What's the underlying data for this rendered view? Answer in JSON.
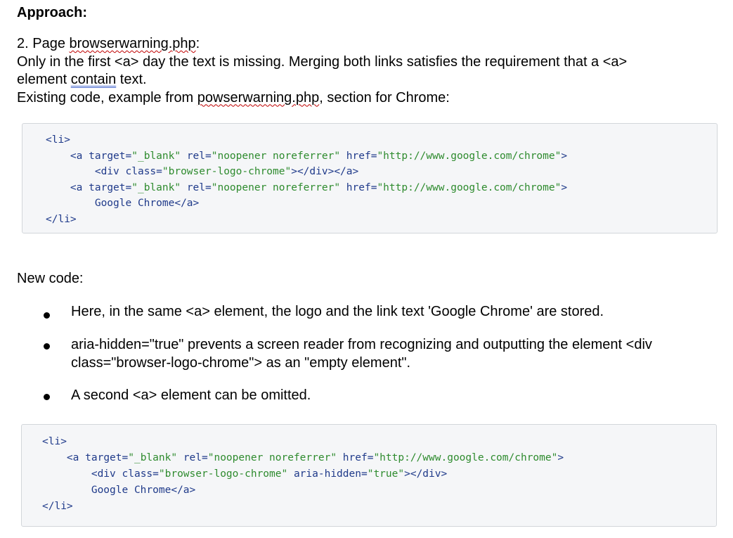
{
  "heading": "Approach:",
  "intro": {
    "line1_prefix": "2. Page ",
    "line1_file": "browserwarning.php",
    "line1_suffix": ":",
    "line2": "Only in the first <a> day the text is missing. Merging both links satisfies the requirement that a <a>",
    "line3_prefix": "element ",
    "line3_word": "contain",
    "line3_suffix": " text.",
    "line4_prefix": "Existing code, example from ",
    "line4_file": "powserwarning.php",
    "line4_suffix": ", section for Chrome:"
  },
  "existing_code": {
    "li_open": "<li>",
    "a_open_1": "<a ",
    "attr_target": "target=",
    "val_target": "\"_blank\"",
    "attr_rel": "rel=",
    "val_rel": "\"noopener noreferrer\"",
    "attr_href": "href=",
    "val_href": "\"http://www.google.com/chrome\"",
    "gt": ">",
    "div_open": "<div ",
    "attr_class": "class=",
    "val_class": "\"browser-logo-chrome\"",
    "div_close_a_close": "></div></a>",
    "text": "Google Chrome",
    "a_close": "</a>",
    "li_close": "</li>"
  },
  "new_code_label": "New code:",
  "bullets": [
    "Here, in the same <a> element, the logo and the link text 'Google Chrome' are stored.",
    "aria-hidden=\"true\" prevents a screen reader from recognizing and outputting the element <div class=\"browser-logo-chrome\"> as an \"empty element\".",
    "A second <a> element can be omitted."
  ],
  "new_code": {
    "attr_aria": "aria-hidden=",
    "val_aria": "\"true\"",
    "div_close": "></div>"
  }
}
